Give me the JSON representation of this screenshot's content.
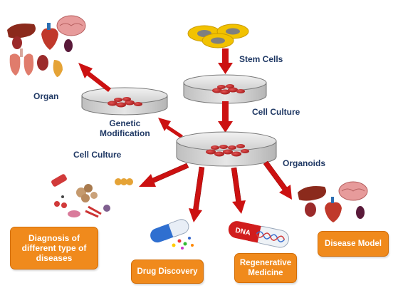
{
  "labels": {
    "stem_cells": "Stem Cells",
    "cell_culture_center": "Cell Culture",
    "organ": "Organ",
    "genetic_modification_line1": "Genetic",
    "genetic_modification_line2": "Modification",
    "cell_culture_left": "Cell Culture",
    "organoids": "Organoids"
  },
  "outcomes": {
    "diagnosis_line1": "Diagnosis of",
    "diagnosis_line2": "different type of",
    "diagnosis_line3": "diseases",
    "drug_discovery": "Drug Discovery",
    "regenerative_line1": "Regenerative",
    "regenerative_line2": "Medicine",
    "disease_model": "Disease Model"
  },
  "capsule_text": "DNA",
  "colors": {
    "arrow": "#cc1111",
    "label_text": "#1f3864",
    "outcome_box": "#f08a1c",
    "dish": "#d9d9d9",
    "cells": "#c0282c",
    "stem_cell": "#f2c200"
  },
  "icons": [
    "organs-icon",
    "cell-types-icon",
    "drug-capsule-icon",
    "dna-capsule-icon",
    "organs-icon"
  ]
}
